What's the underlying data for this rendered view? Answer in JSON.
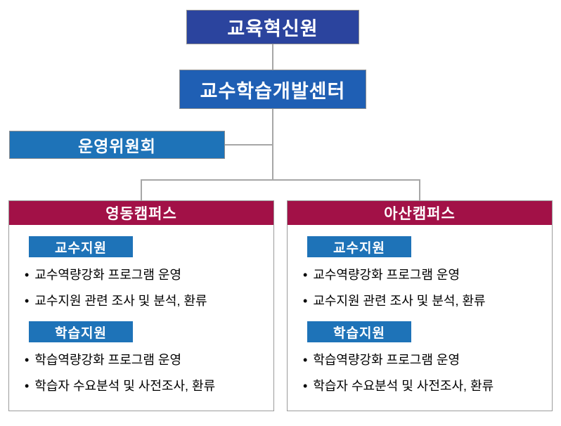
{
  "org_chart": {
    "root": {
      "label": "교육혁신원"
    },
    "center": {
      "label": "교수학습개발센터"
    },
    "committee": {
      "label": "운영위원회"
    },
    "campuses": [
      {
        "title": "영동캠퍼스",
        "sections": [
          {
            "label": "교수지원",
            "items": [
              "교수역량강화 프로그램 운영",
              "교수지원 관련 조사 및 분석, 환류"
            ]
          },
          {
            "label": "학습지원",
            "items": [
              "학습역량강화 프로그램 운영",
              "학습자 수요분석 및  사전조사, 환류"
            ]
          }
        ]
      },
      {
        "title": "아산캠퍼스",
        "sections": [
          {
            "label": "교수지원",
            "items": [
              "교수역량강화 프로그램 운영",
              "교수지원 관련 조사 및 분석, 환류"
            ]
          },
          {
            "label": "학습지원",
            "items": [
              "학습역량강화 프로그램 운영",
              "학습자 수요분석 및  사전조사, 환류"
            ]
          }
        ]
      }
    ],
    "colors": {
      "root_box": "#2B449E",
      "center_box": "#1F5FB4",
      "committee_box": "#1E73B8",
      "campus_header": "#A21147",
      "section_label": "#1E73B8",
      "connector_line": "#A6A6A6",
      "text_on_dark": "#FFFFFF",
      "body_text": "#000000"
    }
  }
}
